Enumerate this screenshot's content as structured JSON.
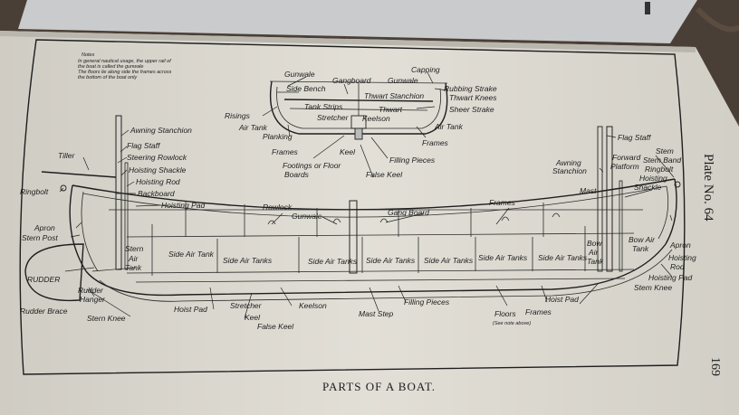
{
  "notes": {
    "heading": "Notes",
    "lines": [
      "In general nautical usage, the upper rail of",
      "the boat is called the gunwale",
      "The floors lie along side the frames across",
      "the bottom of the boat only"
    ]
  },
  "section_labels": [
    "Gunwale",
    "Gangboard",
    "Capping",
    "Side Bench",
    "Gunwale",
    "Rubbing Strake",
    "Thwart Stanchion",
    "Thwart Knees",
    "Risings",
    "Tank Strips",
    "Thwart",
    "Sheer Strake",
    "Air Tank",
    "Stretcher",
    "Keelson",
    "Air Tank",
    "Planking",
    "Frames",
    "Frames",
    "Keel",
    "Filling Pieces",
    "Footings or Floor",
    "Boards",
    "False Keel"
  ],
  "boat_labels": [
    "Awning Stanchion",
    "Flag Staff",
    "Steering Rowlock",
    "Tiller",
    "Hoisting Shackle",
    "Hoisting Rod",
    "Ringbolt",
    "Backboard",
    "Hoisting Pad",
    "Apron",
    "Stern Post",
    "Rowlock",
    "Gunwale",
    "Gang Board",
    "Frames",
    "Stern",
    "Air",
    "Tank",
    "Side Air Tank",
    "Side Air Tanks",
    "Side Air Tanks",
    "Side Air Tanks",
    "Side Air Tanks",
    "Side Air Tanks",
    "Side Air Tanks",
    "RUDDER",
    "Rudder",
    "Hanger",
    "Rudder Brace",
    "Stern Knee",
    "Hoist Pad",
    "Stretcher",
    "Keel",
    "False Keel",
    "Keelson",
    "Mast Step",
    "Filling Pieces",
    "Floors",
    "(See note above)",
    "Frames",
    "Hoist Pad",
    "Flag Staff",
    "Awning",
    "Stanchion",
    "Forward",
    "Platform",
    "Stem",
    "Stem Band",
    "Ringbolt",
    "Hoisting",
    "Shackle",
    "Mast",
    "Bow",
    "Air",
    "Tank",
    "Bow Air",
    "Tank",
    "Apron",
    "Hoisting",
    "Rod",
    "Hoisting Pad",
    "Stem Knee"
  ],
  "caption": "PARTS OF A BOAT.",
  "plate_label": "Plate No. 64",
  "page_number": "169",
  "colors": {
    "background": "#4a3f36",
    "page": "#dedbd3",
    "facing_page": "#c9cbcc",
    "ink": "#1d1d1d"
  }
}
